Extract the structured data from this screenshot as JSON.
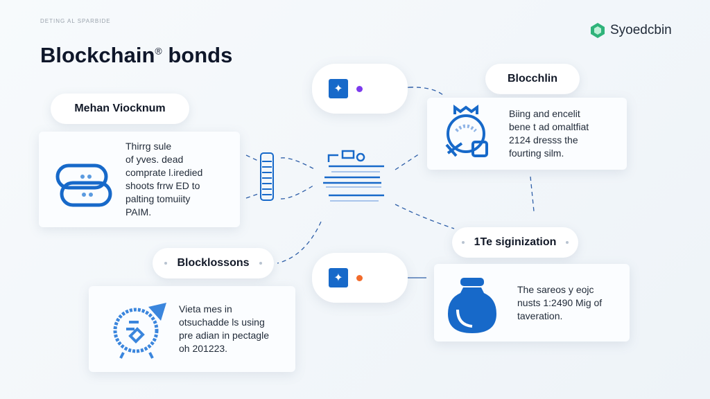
{
  "header": {
    "subtitle": "DETING AL SPARBIDE",
    "title": "Blockchain",
    "title_mark": "®",
    "title_rest": " bonds"
  },
  "brand": {
    "name": "Syoedcbin",
    "icon": "hexagon-logo-icon",
    "color": "#2fb37a"
  },
  "accent": "#1769c9",
  "labels": {
    "top_left": "Mehan Viocknum",
    "top_right": "Blocchlin",
    "bottom_left": "Blocklossons",
    "bottom_right": "1Te siginization"
  },
  "cards": [
    {
      "icon": "chat-bubbles-icon",
      "text": [
        "Thirrg sule",
        "of yves. dead",
        "comprate l.iredied",
        "shoots frrw ED to",
        "palting tomuiity",
        "PAIM."
      ]
    },
    {
      "icon": "dashboard-gauge-icon",
      "text": [
        "Biing and encelit",
        "bene t ad omaltfiat",
        "2124 dresss the",
        "fourting silm."
      ]
    },
    {
      "icon": "rocket-badge-icon",
      "text": [
        "Vieta mes in",
        "otsuchadde ls using",
        "pre adian in pectagle",
        "oh 201223."
      ]
    },
    {
      "icon": "jar-icon",
      "text": [
        "The sareos y eojc",
        "nusts 1:2490 Mig of",
        "taveration."
      ]
    }
  ],
  "nodes": [
    {
      "icon": "plus-star-icon",
      "dot_color": "#7c3aed"
    },
    {
      "icon": "plus-star-icon",
      "dot_color": "#f26b2b"
    }
  ]
}
